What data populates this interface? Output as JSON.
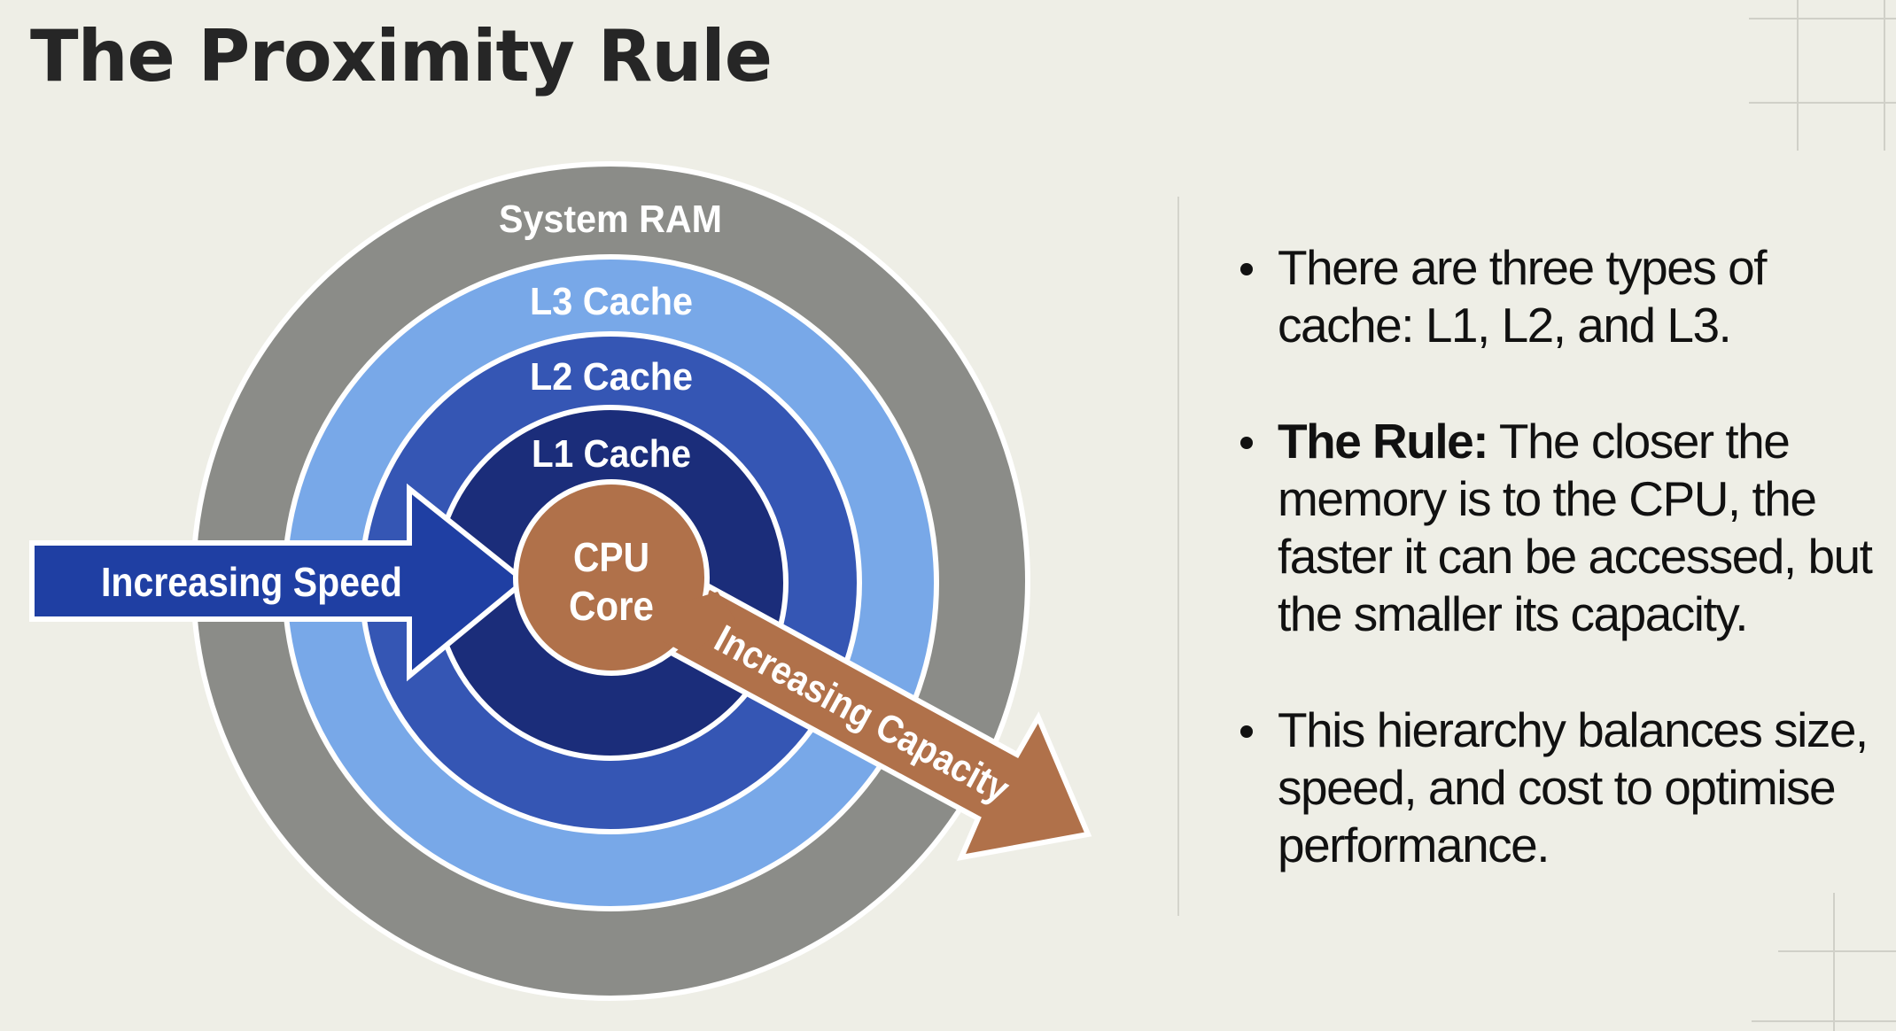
{
  "slide": {
    "title": "The Proximity Rule"
  },
  "diagram": {
    "rings": [
      {
        "label": "System RAM",
        "color": "#8b8c88"
      },
      {
        "label": "L3 Cache",
        "color": "#78a8e8"
      },
      {
        "label": "L2 Cache",
        "color": "#3556b4"
      },
      {
        "label": "L1 Cache",
        "color": "#1b2d7a"
      }
    ],
    "core": {
      "line1": "CPU",
      "line2": "Core",
      "color": "#b0714a"
    },
    "speed_arrow": {
      "label": "Increasing Speed",
      "color": "#1f3fa3"
    },
    "capacity_arrow": {
      "label": "Increasing Capacity",
      "color": "#b0714a"
    }
  },
  "bullets": [
    {
      "bold": "",
      "text": "There are three types of cache: L1, L2, and L3."
    },
    {
      "bold": "The Rule:",
      "text": " The closer the memory is to the CPU, the faster it can be accessed, but the smaller its capacity."
    },
    {
      "bold": "",
      "text": "This hierarchy balances size, speed, and cost to optimise performance."
    }
  ]
}
